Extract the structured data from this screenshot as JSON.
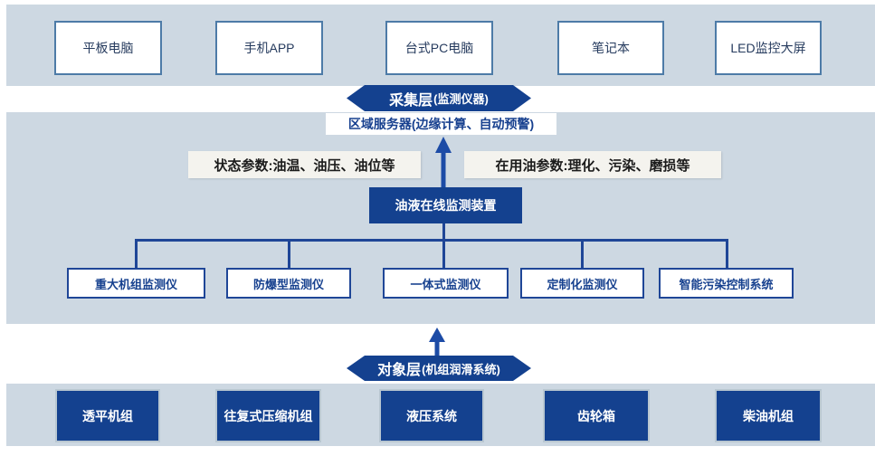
{
  "colors": {
    "band_background": "#cdd8e2",
    "primary_dark_blue": "#14418f",
    "connector_line": "#1f4697",
    "top_box_border": "#4d7ba7",
    "label_background": "#f4f3ee",
    "arrow_blue": "#1c4ba6"
  },
  "device_layer": {
    "items": [
      "平板电脑",
      "手机APP",
      "台式PC电脑",
      "笔记本",
      "LED监控大屏"
    ]
  },
  "collection_banner": {
    "title": "采集层",
    "subtitle": "(监测仪器)"
  },
  "server_box": {
    "label": "区域服务器(边缘计算、自动预警)"
  },
  "param_labels": {
    "left": "状态参数:油温、油压、油位等",
    "right": "在用油参数:理化、污染、磨损等"
  },
  "monitor_device": {
    "label": "油液在线监测装置"
  },
  "instruments": {
    "items": [
      "重大机组监测仪",
      "防爆型监测仪",
      "一体式监测仪",
      "定制化监测仪",
      "智能污染控制系统"
    ]
  },
  "object_banner": {
    "title": "对象层",
    "subtitle": "(机组润滑系统)"
  },
  "equipment": {
    "items": [
      "透平机组",
      "往复式压缩机组",
      "液压系统",
      "齿轮箱",
      "柴油机组"
    ]
  }
}
